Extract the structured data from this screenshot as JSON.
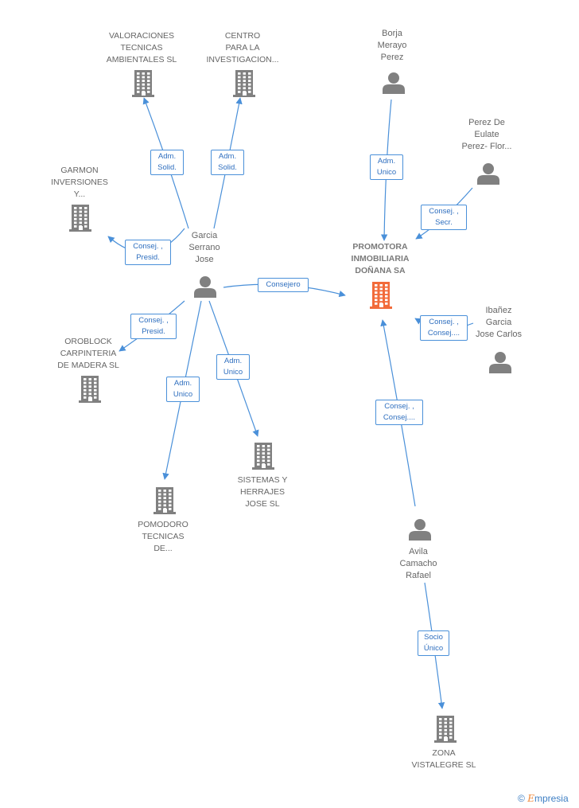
{
  "nodes": {
    "valoraciones": {
      "type": "company",
      "label": "VALORACIONES\nTECNICAS\nAMBIENTALES SL"
    },
    "centro": {
      "type": "company",
      "label": "CENTRO\nPARA LA\nINVESTIGACION..."
    },
    "borja": {
      "type": "person",
      "label": "Borja\nMerayo\nPerez"
    },
    "perez_de_eulate": {
      "type": "person",
      "label": "Perez De\nEulate\nPerez- Flor..."
    },
    "garmon": {
      "type": "company",
      "label": "GARMON\nINVERSIONES\nY..."
    },
    "garcia": {
      "type": "person",
      "label": "Garcia\nSerrano\nJose"
    },
    "promotora": {
      "type": "company",
      "label": "PROMOTORA\nINMOBILIARIA\nDOÑANA SA",
      "focus": true
    },
    "ibanez": {
      "type": "person",
      "label": "Ibañez\nGarcia\nJose Carlos"
    },
    "oroblock": {
      "type": "company",
      "label": "OROBLOCK\nCARPINTERIA\nDE MADERA SL"
    },
    "sistemas": {
      "type": "company",
      "label": "SISTEMAS Y\nHERRAJES\nJOSE  SL"
    },
    "pomodoro": {
      "type": "company",
      "label": "POMODORO\nTECNICAS\nDE..."
    },
    "avila": {
      "type": "person",
      "label": "Avila\nCamacho\nRafael"
    },
    "zona": {
      "type": "company",
      "label": "ZONA\nVISTALEGRE SL"
    }
  },
  "edges": [
    {
      "from": "garcia",
      "to": "valoraciones",
      "label": "Adm.\nSolid."
    },
    {
      "from": "garcia",
      "to": "centro",
      "label": "Adm.\nSolid."
    },
    {
      "from": "borja",
      "to": "promotora",
      "label": "Adm.\nUnico"
    },
    {
      "from": "perez_de_eulate",
      "to": "promotora",
      "label": "Consej. ,\nSecr."
    },
    {
      "from": "garcia",
      "to": "garmon",
      "label": "Consej. ,\nPresid."
    },
    {
      "from": "garcia",
      "to": "promotora",
      "label": "Consejero"
    },
    {
      "from": "ibanez",
      "to": "promotora",
      "label": "Consej. ,\nConsej...."
    },
    {
      "from": "garcia",
      "to": "oroblock",
      "label": "Consej. ,\nPresid."
    },
    {
      "from": "garcia",
      "to": "pomodoro",
      "label": "Adm.\nUnico"
    },
    {
      "from": "garcia",
      "to": "sistemas",
      "label": "Adm.\nUnico"
    },
    {
      "from": "avila",
      "to": "promotora",
      "label": "Consej. ,\nConsej...."
    },
    {
      "from": "avila",
      "to": "zona",
      "label": "Socio\nÚnico"
    }
  ],
  "colors": {
    "edge": "#4a90d9",
    "icon": "#808080",
    "focus_icon": "#f26b3a",
    "edge_text": "#2f6fbf"
  },
  "brand": {
    "symbol": "©",
    "initial": "E",
    "name": "mpresia"
  }
}
